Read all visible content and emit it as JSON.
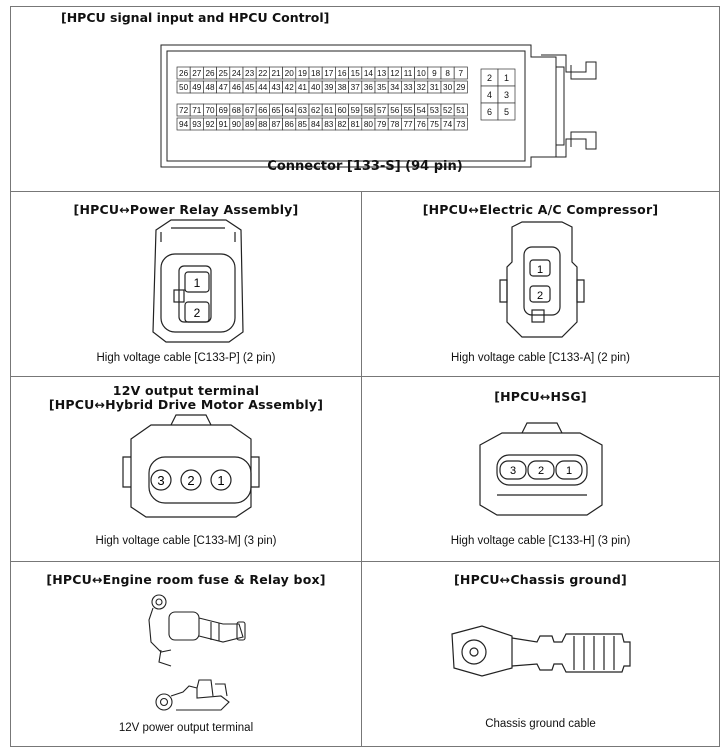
{
  "top": {
    "title": "[HPCU signal input and HPCU Control]",
    "connector_label": "Connector [133-S] (94 pin)",
    "pins": {
      "row1": [
        "26",
        "27",
        "26",
        "25",
        "24",
        "23",
        "22",
        "21",
        "20",
        "19",
        "18",
        "17",
        "16",
        "15",
        "14",
        "13",
        "12",
        "11",
        "10",
        "9",
        "8",
        "7"
      ],
      "row2": [
        "50",
        "49",
        "48",
        "47",
        "46",
        "45",
        "44",
        "43",
        "42",
        "41",
        "40",
        "39",
        "38",
        "37",
        "36",
        "35",
        "34",
        "33",
        "32",
        "31",
        "30",
        "29"
      ],
      "row3": [
        "72",
        "71",
        "70",
        "69",
        "68",
        "67",
        "66",
        "65",
        "64",
        "63",
        "62",
        "61",
        "60",
        "59",
        "58",
        "57",
        "56",
        "55",
        "54",
        "53",
        "52",
        "51"
      ],
      "row4": [
        "94",
        "93",
        "92",
        "91",
        "90",
        "89",
        "88",
        "87",
        "86",
        "85",
        "84",
        "83",
        "82",
        "81",
        "80",
        "79",
        "78",
        "77",
        "76",
        "75",
        "74",
        "73"
      ],
      "side": [
        "2",
        "1",
        "4",
        "3",
        "6",
        "5"
      ]
    }
  },
  "cells": {
    "power_relay": {
      "title": "[HPCU↔Power Relay Assembly]",
      "caption": "High voltage cable [C133-P] (2 pin)",
      "pins": [
        "1",
        "2"
      ]
    },
    "ac_compressor": {
      "title": "[HPCU↔Electric A/C Compressor]",
      "caption": "High voltage cable [C133-A] (2 pin)",
      "pins": [
        "1",
        "2"
      ]
    },
    "motor": {
      "title_line1": "12V output terminal",
      "title_line2": "[HPCU↔Hybrid Drive Motor Assembly]",
      "caption": "High voltage cable [C133-M] (3 pin)",
      "pins": [
        "3",
        "2",
        "1"
      ]
    },
    "hsg": {
      "title": "[HPCU↔HSG]",
      "caption": "High voltage cable [C133-H] (3 pin)",
      "pins": [
        "3",
        "2",
        "1"
      ]
    },
    "fuse_box": {
      "title": "[HPCU↔Engine room fuse & Relay box]",
      "caption": "12V power output terminal"
    },
    "chassis": {
      "title": "[HPCU↔Chassis ground]",
      "caption": "Chassis ground cable"
    }
  }
}
